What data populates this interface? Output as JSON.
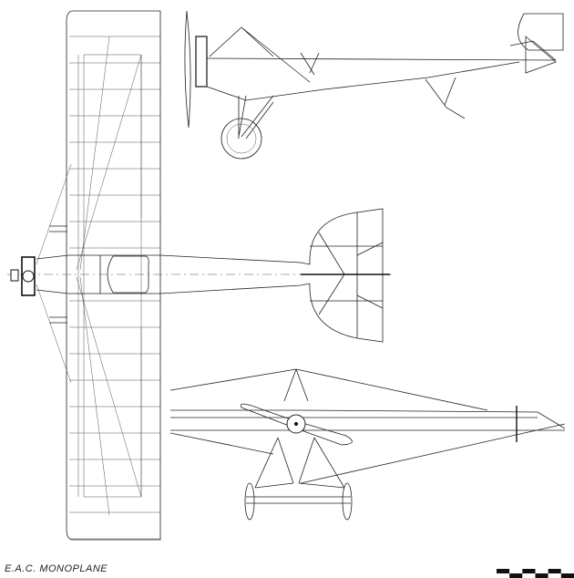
{
  "drawing": {
    "title": "E.A.C. MONOPLANE",
    "views": [
      "side-view",
      "top-view",
      "front-view"
    ],
    "line_color": "#222222",
    "background": "#ffffff"
  },
  "scale_bar": {
    "segments": 6
  }
}
